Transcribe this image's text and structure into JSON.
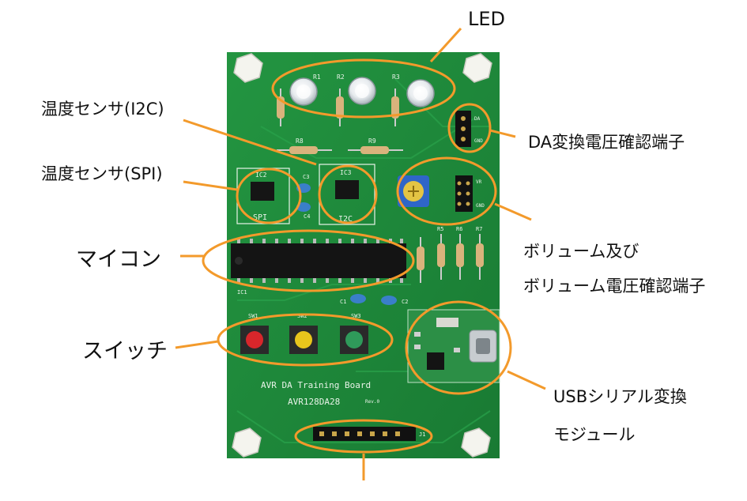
{
  "labels": {
    "led": "LED",
    "temp_i2c": "温度センサ(I2C)",
    "temp_spi": "温度センサ(SPI)",
    "mcu": "マイコン",
    "switch": "スイッチ",
    "da_check": "DA変換電圧確認端子",
    "volume_line1": "ボリューム及び",
    "volume_line2": "ボリューム電圧確認端子",
    "usb_line1": "USBシリアル変換",
    "usb_line2": "モジュール"
  },
  "board": {
    "title": "AVR DA Training Board",
    "model": "AVR128DA28",
    "rev": "Rev.0",
    "refs": {
      "r1": "R1",
      "r2": "R2",
      "r3": "R3",
      "r8": "R8",
      "r9": "R9",
      "r5": "R5",
      "r6": "R6",
      "r7": "R7",
      "ic1": "IC1",
      "ic2": "IC2",
      "ic3": "IC3",
      "c1": "C1",
      "c2": "C2",
      "c3": "C3",
      "c4": "C4",
      "sw1": "SW1",
      "sw2": "SW2",
      "sw3": "SW3",
      "j1": "J1",
      "da": "DA",
      "gnd": "GND",
      "vr": "VR",
      "spi": "SPI",
      "i2c": "I2C"
    }
  },
  "colors": {
    "pcb": "#1f8a3a",
    "highlight": "#f39a2b",
    "switch_red": "#d8262b",
    "switch_yellow": "#e8c51c",
    "switch_green": "#2f9a5a"
  }
}
